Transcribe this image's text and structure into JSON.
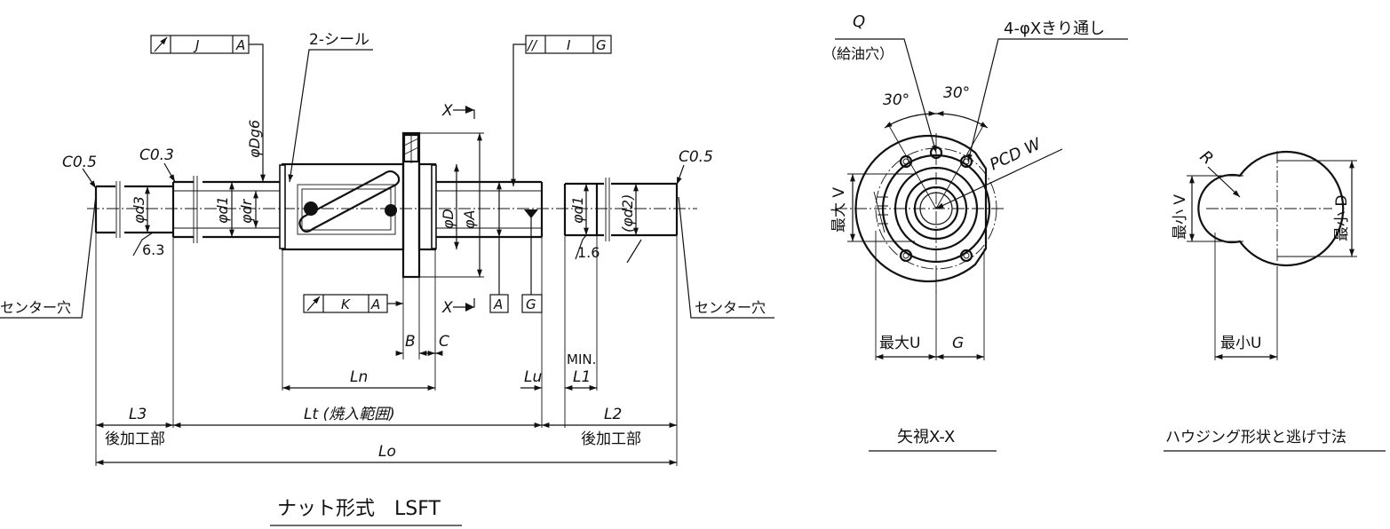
{
  "side_view": {
    "chamfer_left": "C0.5",
    "chamfer_mid": "C0.3",
    "chamfer_right": "C0.5",
    "center_hole_left": "センター穴",
    "center_hole_right": "センター穴",
    "frame_j": [
      "",
      "J",
      "A"
    ],
    "frame_i": [
      "//",
      "I",
      "G"
    ],
    "frame_k": [
      "",
      "K",
      "A"
    ],
    "seal": "2-シール",
    "dia_dg6": "φDg6",
    "dia_d3": "φd3",
    "dia_d1_left": "φd1",
    "dia_dr": "φdr",
    "dia_D": "φD",
    "dia_A": "φA",
    "dia_d1_right": "φd1",
    "dia_d2": "(φd2)",
    "rough_left": "6.3",
    "rough_right": "1.6",
    "section_x_top": "X",
    "section_x_bottom": "X",
    "datum_A": "A",
    "datum_G": "G",
    "dim_B": "B",
    "dim_C": "C",
    "dim_Ln": "Ln",
    "dim_Lu": "Lu",
    "dim_L1": "L1",
    "dim_min": "MIN.",
    "dim_L3": "L3",
    "dim_Lt": "Lt (焼入範囲)",
    "dim_L2": "L2",
    "dim_Lo": "Lo",
    "post_left": "後加工部",
    "post_right": "後加工部",
    "title": "ナット形式　LSFT"
  },
  "end_view": {
    "q": "Q",
    "oil_hole": "（給油穴）",
    "through_holes": "4-φXきり通し",
    "angle_left": "30°",
    "angle_right": "30°",
    "pcd": "PCD W",
    "max_v": "最大 V",
    "max_u": "最大U",
    "g": "G",
    "caption": "矢視X-X"
  },
  "housing_view": {
    "r": "R",
    "min_v": "最小 V",
    "min_d": "最小 D",
    "min_u": "最小U",
    "caption": "ハウジング形状と逃げ寸法"
  }
}
